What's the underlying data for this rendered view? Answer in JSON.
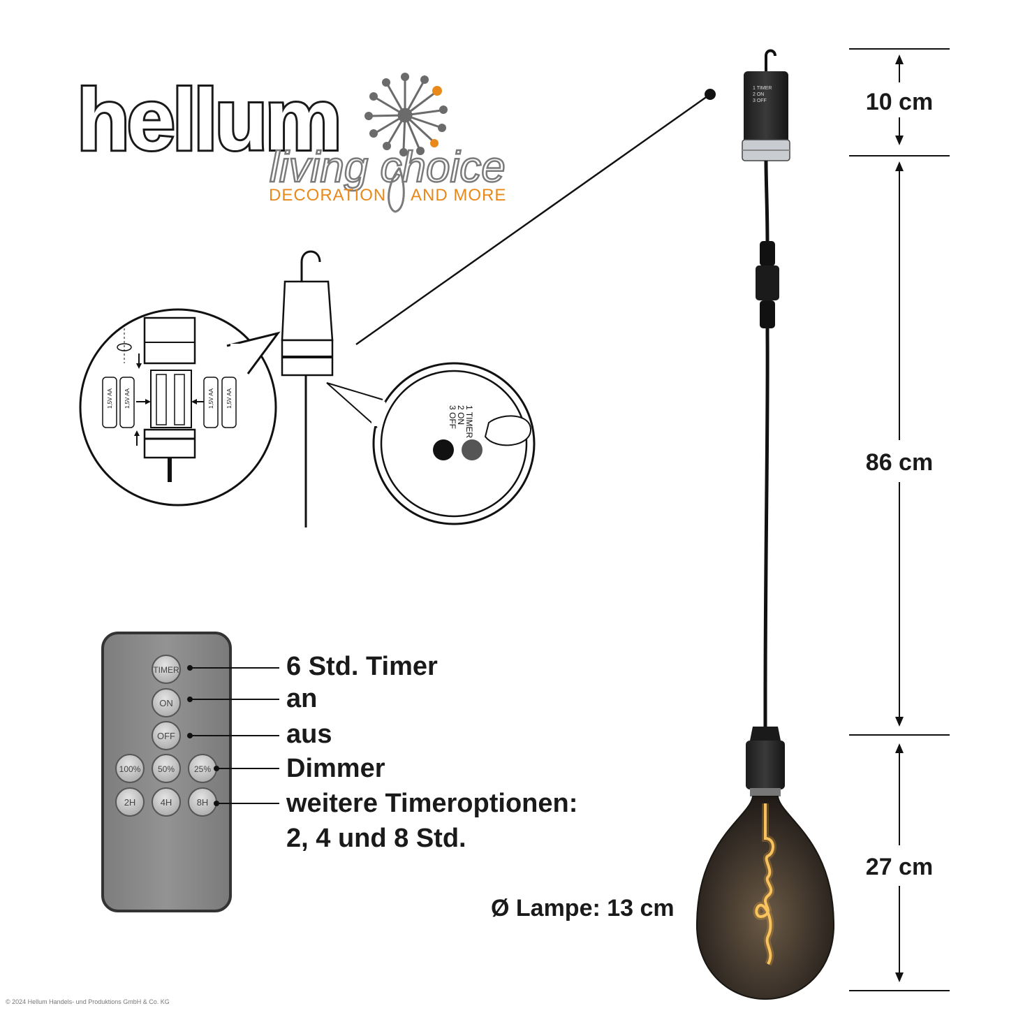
{
  "logo": {
    "brand": "hellum",
    "script": "living choice",
    "tagline_left": "DECORATION",
    "tagline_right": "AND MORE",
    "accent_color": "#e8891a",
    "gray_color": "#6b6b6b"
  },
  "switch": {
    "options": [
      "1 TIMER",
      "2 ON",
      "3 OFF"
    ]
  },
  "battery_label": "1,5V AA",
  "remote": {
    "buttons": {
      "timer": "TIMER",
      "on": "ON",
      "off": "OFF",
      "dim_100": "100%",
      "dim_50": "50%",
      "dim_25": "25%",
      "t2": "2H",
      "t4": "4H",
      "t8": "8H"
    },
    "color": "#8c8c8c"
  },
  "labels": {
    "timer": "6 Std. Timer",
    "on": "an",
    "off": "aus",
    "dimmer": "Dimmer",
    "more_timers_1": "weitere Timeroptionen:",
    "more_timers_2": "2, 4 und 8 Std."
  },
  "dimensions": {
    "top": "10 cm",
    "cable": "86 cm",
    "lamp": "27 cm",
    "diameter": "Ø Lampe: 13 cm"
  },
  "copyright": "© 2024 Hellum Handels- und Produktions GmbH & Co. KG"
}
